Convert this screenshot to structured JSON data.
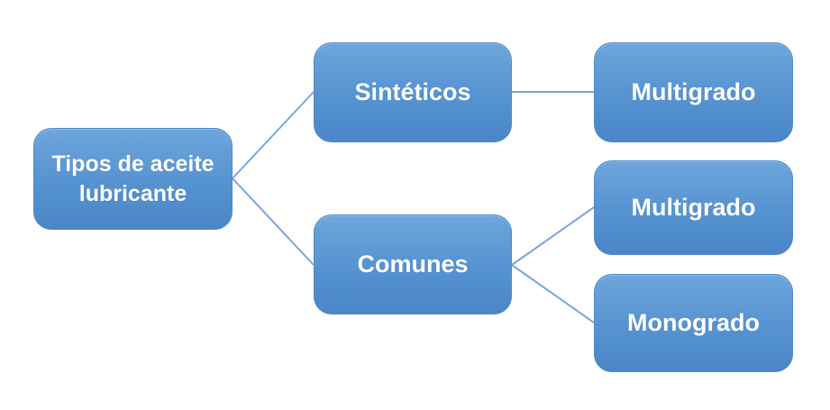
{
  "diagram": {
    "type": "hierarchy-tree",
    "nodes": {
      "root": {
        "label": "Tipos de aceite lubricante"
      },
      "sinteticos": {
        "label": "Sintéticos"
      },
      "comunes": {
        "label": "Comunes"
      },
      "multigrado_sinteticos": {
        "label": "Multigrado"
      },
      "multigrado_comunes": {
        "label": "Multigrado"
      },
      "monogrado": {
        "label": "Monogrado"
      }
    },
    "edges": [
      {
        "from": "root",
        "to": "sinteticos"
      },
      {
        "from": "root",
        "to": "comunes"
      },
      {
        "from": "sinteticos",
        "to": "multigrado_sinteticos"
      },
      {
        "from": "comunes",
        "to": "multigrado_comunes"
      },
      {
        "from": "comunes",
        "to": "monogrado"
      }
    ],
    "colors": {
      "node_gradient_top": "#6ea6dc",
      "node_gradient_bottom": "#4a86c8",
      "node_border": "#4e8aca",
      "connector": "#7aa6d8",
      "label_text": "#ffffff",
      "background": "#ffffff"
    }
  }
}
